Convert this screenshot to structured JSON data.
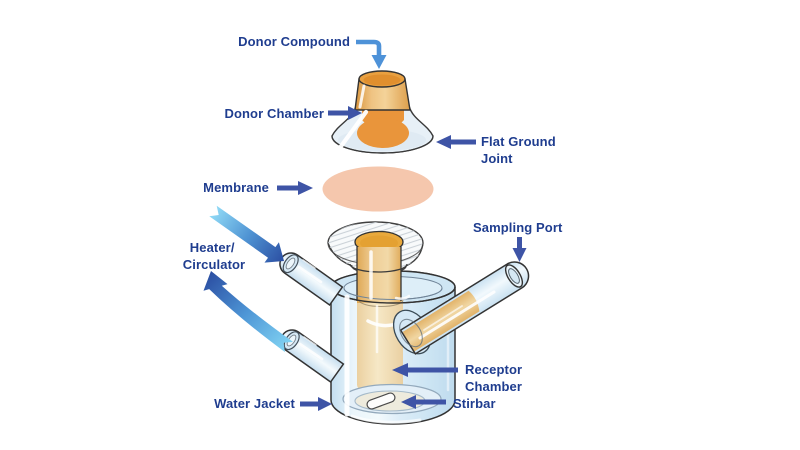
{
  "diagram": {
    "labels": {
      "donor_compound": "Donor Compound",
      "donor_chamber": "Donor Chamber",
      "flat_ground_joint": [
        "Flat Ground",
        "Joint"
      ],
      "membrane": "Membrane",
      "heater_circulator": [
        "Heater/",
        "Circulator"
      ],
      "sampling_port": "Sampling Port",
      "receptor_chamber": [
        "Receptor",
        "Chamber"
      ],
      "water_jacket": "Water Jacket",
      "stirbar": "Stirbar"
    },
    "colors": {
      "label_text": "#1F3D8F",
      "pointer_arrow": "#3E54A6",
      "donor_compound_arrow": "#4E92D8",
      "flow_arrow_light": "#8FD9F5",
      "flow_arrow_dark": "#2B4EA2",
      "liquid_amber": "#E9A93C",
      "membrane_fill": "#F5C7AD",
      "glass_blue": "#D9EBF7",
      "background": "#FFFFFF"
    }
  }
}
